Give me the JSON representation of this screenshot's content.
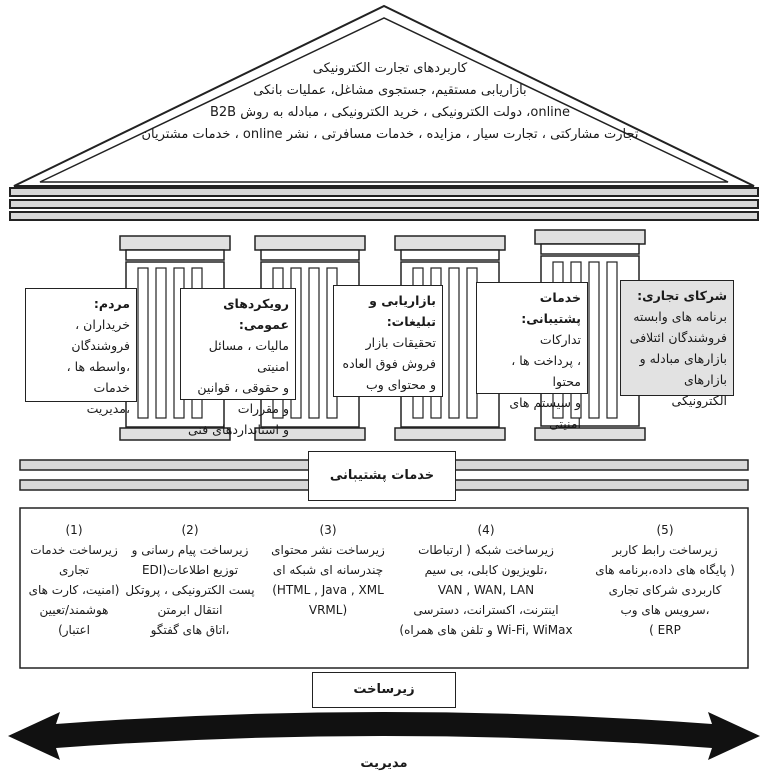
{
  "roof": {
    "title": "کاربردهای تجارت الکترونیکی",
    "lines": [
      "بازاریابی مستقیم، جستجوی مشاغل، عملیات بانکی",
      "online، دولت الکترونیکی ، خرید الکترونیکی ، مبادله به روش B2B",
      "تجارت مشارکتی ، تجارت سیار ، مزایده ، خدمات مسافرتی ، نشر online ، خدمات مشتریان"
    ]
  },
  "pillars": [
    {
      "title": "مردم:",
      "lines": [
        "خریداران ، فروشندگان",
        "،واسطه ها ، خدمات",
        "،مدیریت"
      ]
    },
    {
      "title": "رویکردهای عمومی:",
      "lines": [
        "مالیات ، مسائل امنیتی",
        "و حقوقی ، قوانین",
        "و مقررات",
        "و استانداردهای فنی"
      ]
    },
    {
      "title": "بازاریابی و تبلیغات:",
      "lines": [
        "تحقیقات بازار",
        "فروش فوق العاده",
        "و محتوای وب"
      ]
    },
    {
      "title": "خدمات پشتیبانی:",
      "lines": [
        "تدارکات",
        "، پرداخت ها ، محتوا",
        "و سیستم های امنیتی"
      ]
    },
    {
      "title": "شرکای تجاری:",
      "lines": [
        "برنامه های وابسته",
        "فروشندگان ائتلافی",
        "بازارهای مبادله و",
        "بازارهای الکترونیکی"
      ]
    }
  ],
  "support_label": "خدمات پشتیبانی",
  "infrastructure": [
    {
      "num": "(1)",
      "lines": [
        "زیرساخت خدمات",
        "تجاری",
        "(امنیت، کارت های",
        "هوشمند/تعیین",
        "اعتبار)"
      ]
    },
    {
      "num": "(2)",
      "lines": [
        "زیرساخت پیام رسانی و",
        "توزیع اطلاعات(EDI",
        "پست الکترونیکی ، پروتکل",
        "انتقال ابرمتن",
        "،اتاق های گفتگو"
      ]
    },
    {
      "num": "(3)",
      "lines": [
        "زیرساخت نشر محتوای",
        "چندرسانه ای شبکه ای",
        "HTML , Java , XML)",
        "(VRML"
      ]
    },
    {
      "num": "(4)",
      "lines": [
        "زیرساخت شبکه ( ارتباطات",
        "،تلویزیون کابلی، بی سیم",
        "VAN , WAN, LAN",
        "اینترنت، اکسترانت، دسترسی",
        "Wi-Fi, WiMax و تلفن های همراه)"
      ]
    },
    {
      "num": "(5)",
      "lines": [
        "زیرساخت رابط کاربر",
        "( پایگاه های داده،برنامه های",
        "کاربردی شرکای تجاری",
        "،سرویس های وب",
        "ERP )"
      ]
    }
  ],
  "infrastructure_label": "زیرساخت",
  "management_label": "مدیریت"
}
